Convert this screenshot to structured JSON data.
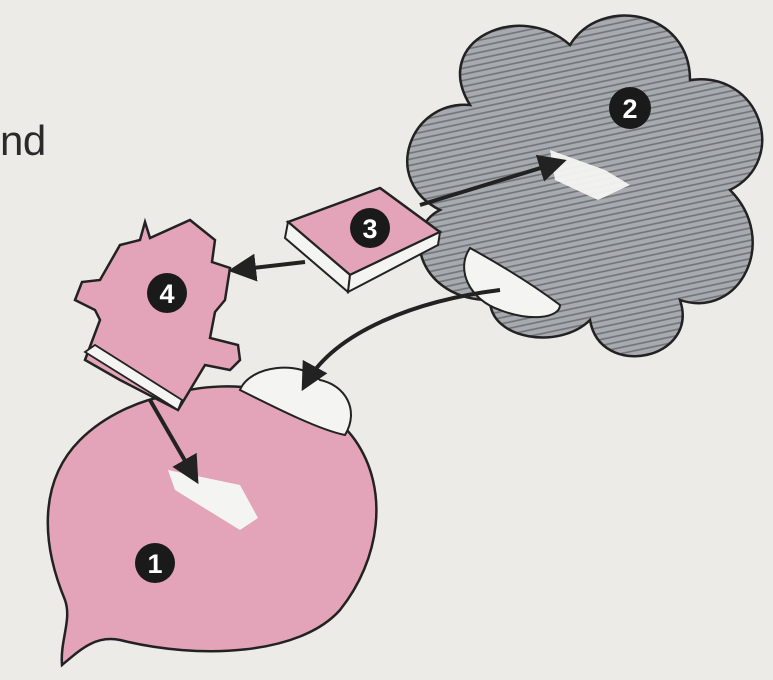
{
  "text_fragment": "nd",
  "markers": [
    {
      "id": "marker-1",
      "label": "1"
    },
    {
      "id": "marker-2",
      "label": "2"
    },
    {
      "id": "marker-3",
      "label": "3"
    },
    {
      "id": "marker-4",
      "label": "4"
    }
  ],
  "colors": {
    "background": "#ecebe8",
    "pink_fill": "#e3a3b9",
    "gray_fill": "#9b9ea3",
    "outline": "#222222",
    "marker_fill": "#1a1a1a",
    "marker_text": "#ffffff",
    "white_patch": "#f4f4f2"
  }
}
